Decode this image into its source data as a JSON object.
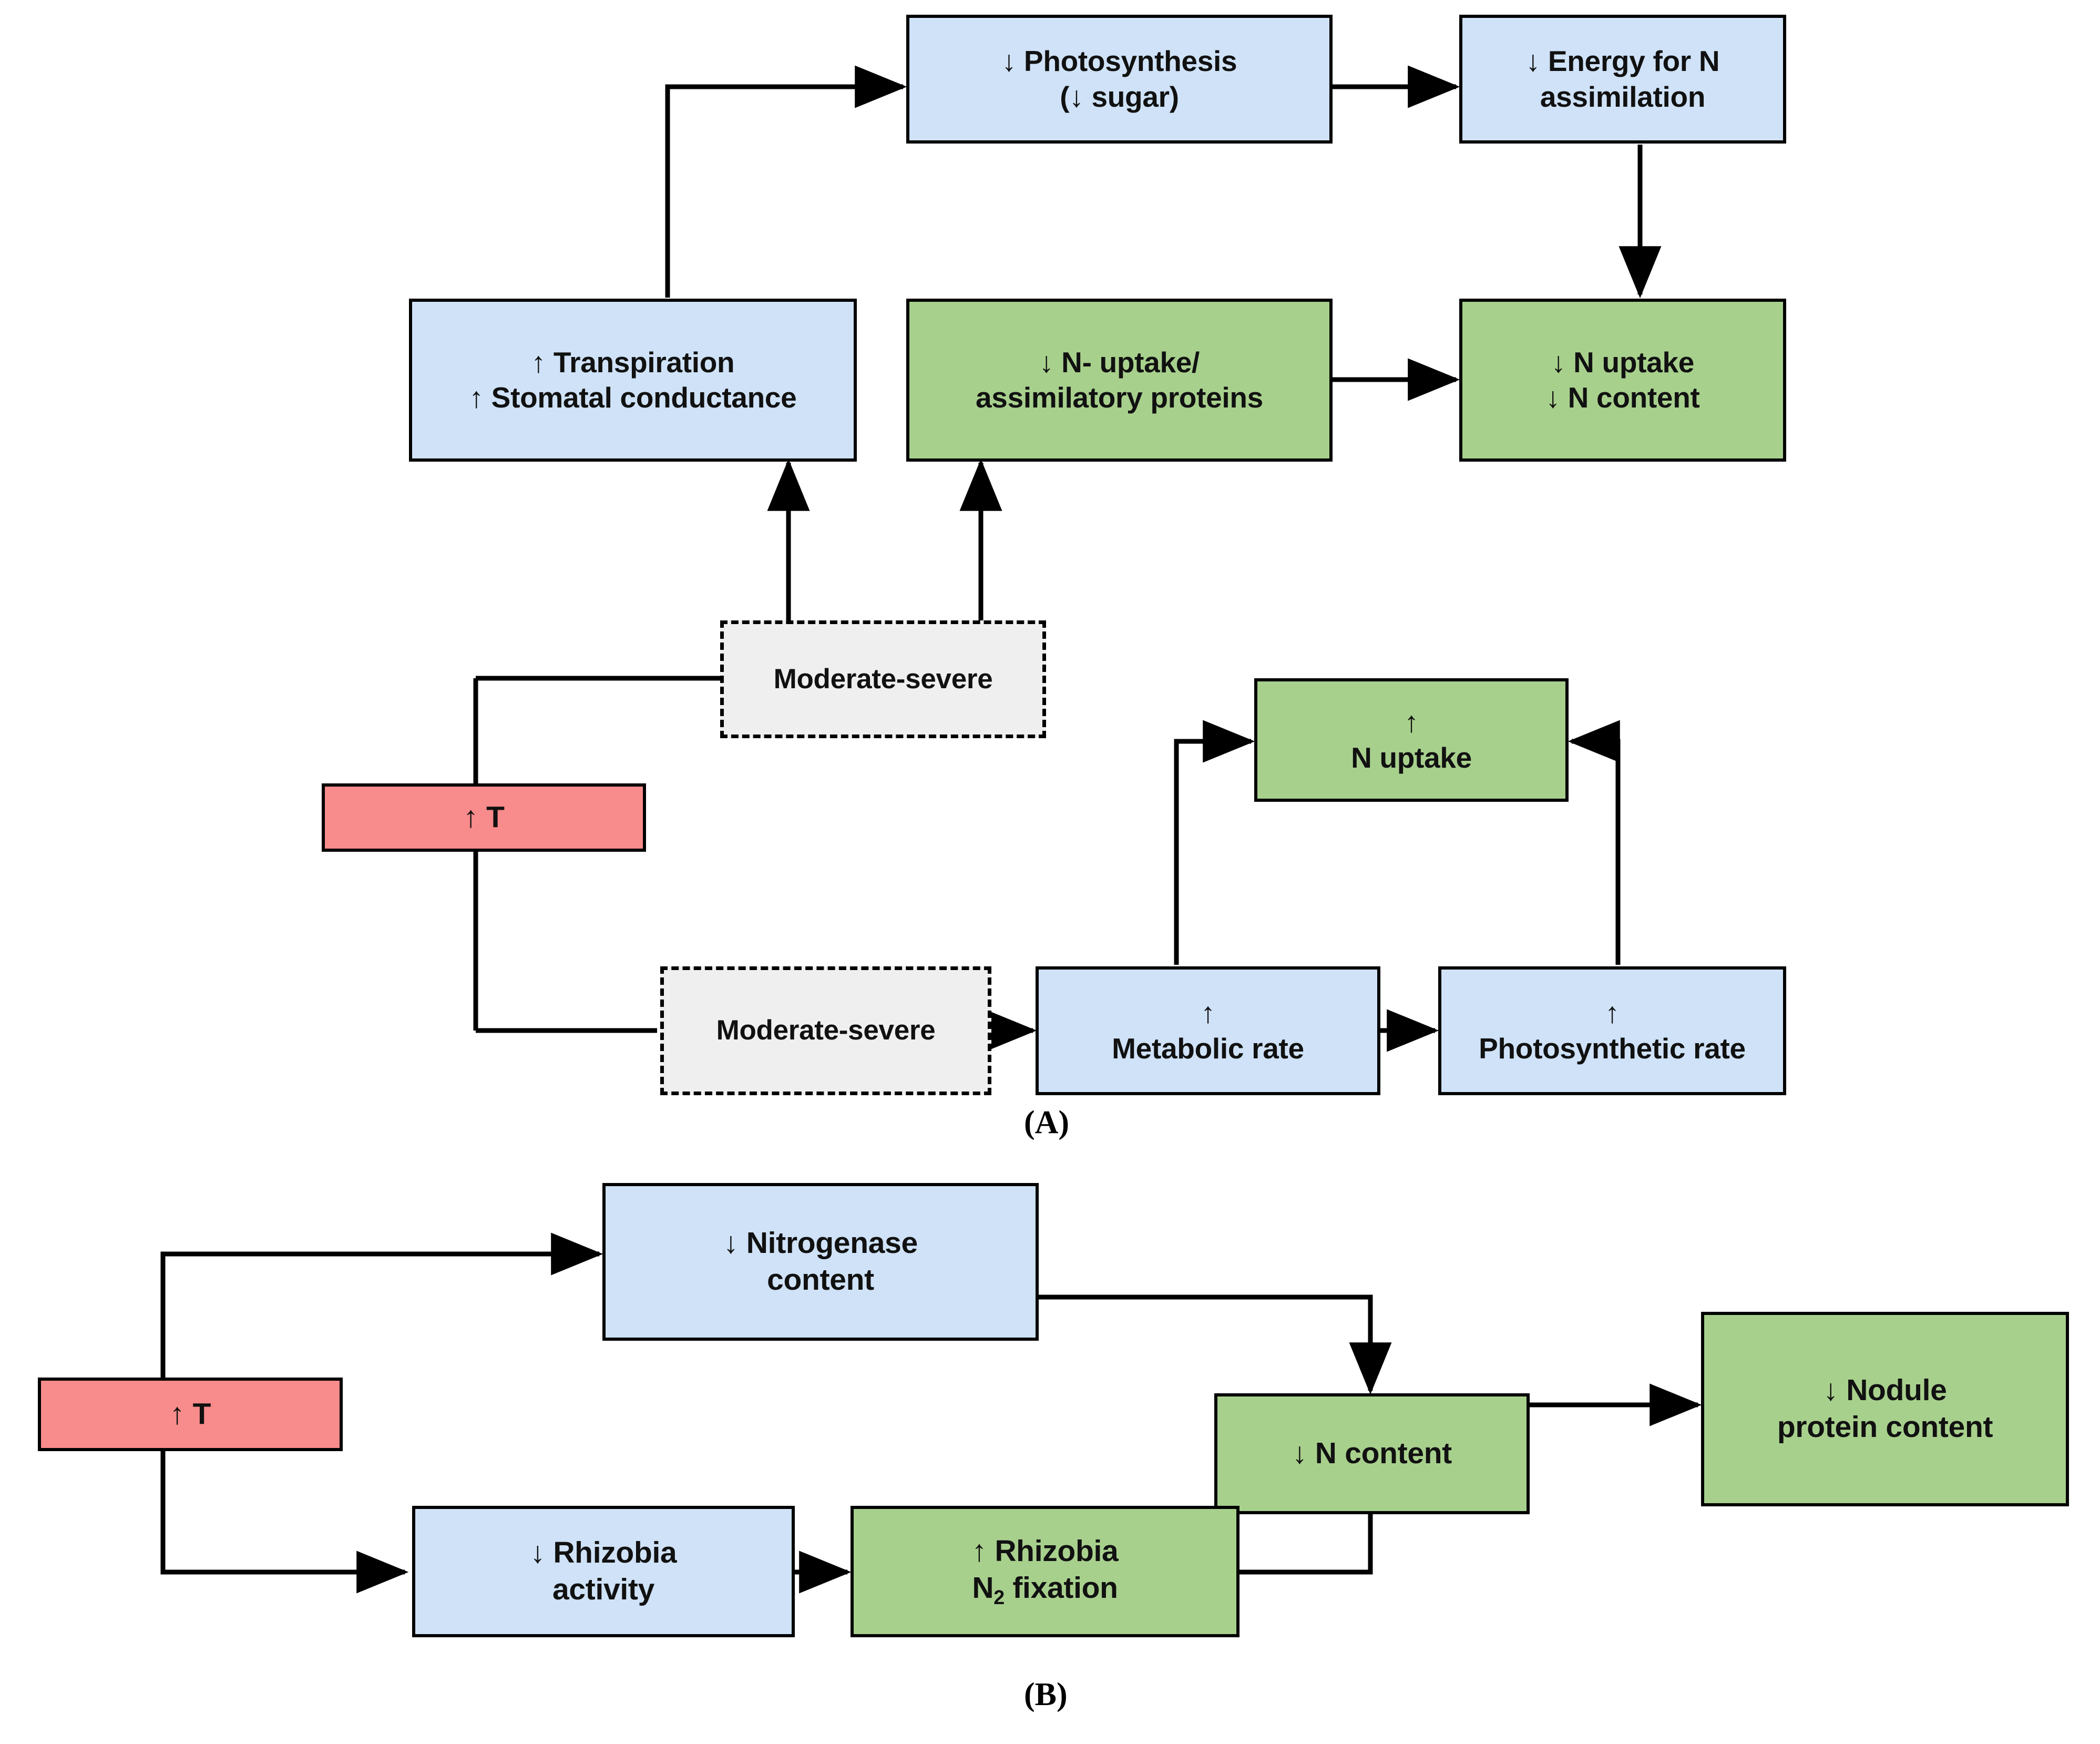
{
  "figure": {
    "panels": [
      {
        "id": "A",
        "label": "(A)"
      },
      {
        "id": "B",
        "label": "(B)"
      }
    ]
  },
  "colors": {
    "blue_fill": "#cfe2f7",
    "green_fill": "#a8d08d",
    "red_fill": "#f88b8b",
    "gray_fill": "#efefef",
    "stroke": "#000000"
  },
  "panel_a": {
    "label": "(A)",
    "nodes": {
      "photosynthesis": {
        "text": "↓ Photosynthesis\n(↓  sugar)",
        "color": "blue"
      },
      "energy_n_assimilation": {
        "text": "↓ Energy for N\nassimilation",
        "color": "blue"
      },
      "transpiration": {
        "text": "↑ Transpiration\n↑ Stomatal conductance",
        "color": "blue"
      },
      "n_uptake_assimilatory_proteins": {
        "text": "↓ N- uptake/\nassimilatory proteins",
        "color": "green"
      },
      "n_uptake_n_content": {
        "text": "↓ N uptake\n↓ N content",
        "color": "green"
      },
      "moderate_severe_top": {
        "text": "Moderate-severe",
        "color": "gray-dashed"
      },
      "temperature": {
        "text": "↑ T",
        "color": "red"
      },
      "n_uptake_up": {
        "text": "↑\nN uptake",
        "color": "green"
      },
      "moderate_severe_bottom": {
        "text": "Moderate-severe",
        "color": "gray-dashed"
      },
      "metabolic_rate": {
        "text": "↑\nMetabolic rate",
        "color": "blue"
      },
      "photosynthetic_rate": {
        "text": "↑\nPhotosynthetic rate",
        "color": "blue"
      }
    }
  },
  "panel_b": {
    "label": "(B)",
    "nodes": {
      "nitrogenase_content": {
        "text": "↓ Nitrogenase\ncontent",
        "color": "blue"
      },
      "temperature": {
        "text": "↑ T",
        "color": "red"
      },
      "n_content": {
        "text": "↓ N content",
        "color": "green"
      },
      "nodule_protein_content": {
        "text": "↓ Nodule\nprotein content",
        "color": "green"
      },
      "rhizobia_activity": {
        "text": "↓ Rhizobia\nactivity",
        "color": "blue"
      },
      "rhizobia_n2_fixation_pre": {
        "text": "↑ Rhizobia\nN",
        "sub": "2",
        "post": " fixation",
        "color": "green"
      }
    }
  }
}
